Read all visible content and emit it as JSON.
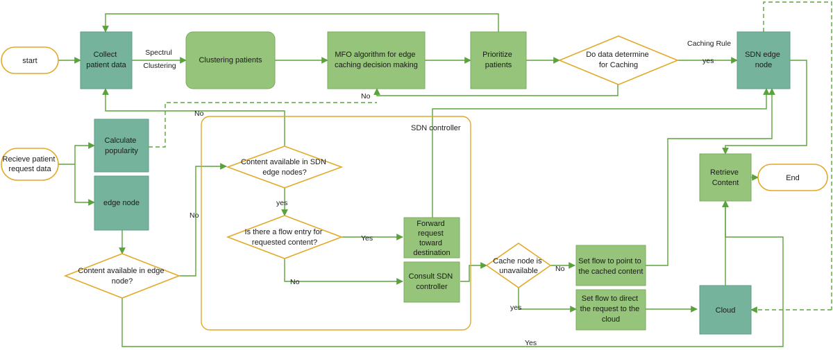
{
  "nodes": {
    "start": "start",
    "collect": [
      "Collect",
      "patient data"
    ],
    "clustering": "Clustering patients",
    "mfo": [
      "MFO algorithm for edge",
      "caching decision making"
    ],
    "prioritize": [
      "Prioritize",
      "patients"
    ],
    "do_data": [
      "Do data determine",
      "for Caching"
    ],
    "sdn_edge": [
      "SDN edge",
      "node"
    ],
    "receive": [
      "Recieve patient",
      "request data"
    ],
    "calc_pop": [
      "Calculate",
      "popularity"
    ],
    "edge_node": "edge node",
    "content_edge": [
      "Content available in edge",
      "node?"
    ],
    "sdn_controller": "SDN controller",
    "content_sdn": [
      "Content available in SDN",
      "edge nodes?"
    ],
    "flow_entry": [
      "Is there a flow entry for",
      "requested content?"
    ],
    "forward": [
      "Forward",
      "request",
      "toward",
      "destination"
    ],
    "consult": [
      "Consult SDN",
      "controller"
    ],
    "cache_unavail": [
      "Cache node is",
      "unavailable"
    ],
    "set_cached": [
      "Set flow to point to",
      "the cached content"
    ],
    "set_cloud": [
      "Set flow to direct",
      "the request to the",
      "cloud"
    ],
    "retrieve": [
      "Retrieve",
      "Content"
    ],
    "end": "End",
    "cloud": "Cloud"
  },
  "edge_labels": {
    "spectrul": [
      "Spectrul",
      "Clustering"
    ],
    "caching_rule": "Caching Rule",
    "yes_sdn": "yes",
    "no_mfo": "No",
    "no_collect": "No",
    "no_edge": "No",
    "yes_flow": "yes",
    "yes_forward": "Yes",
    "no_consult": "No",
    "no_cache": "No",
    "yes_cloud": "yes",
    "yes_bottom": "Yes"
  }
}
